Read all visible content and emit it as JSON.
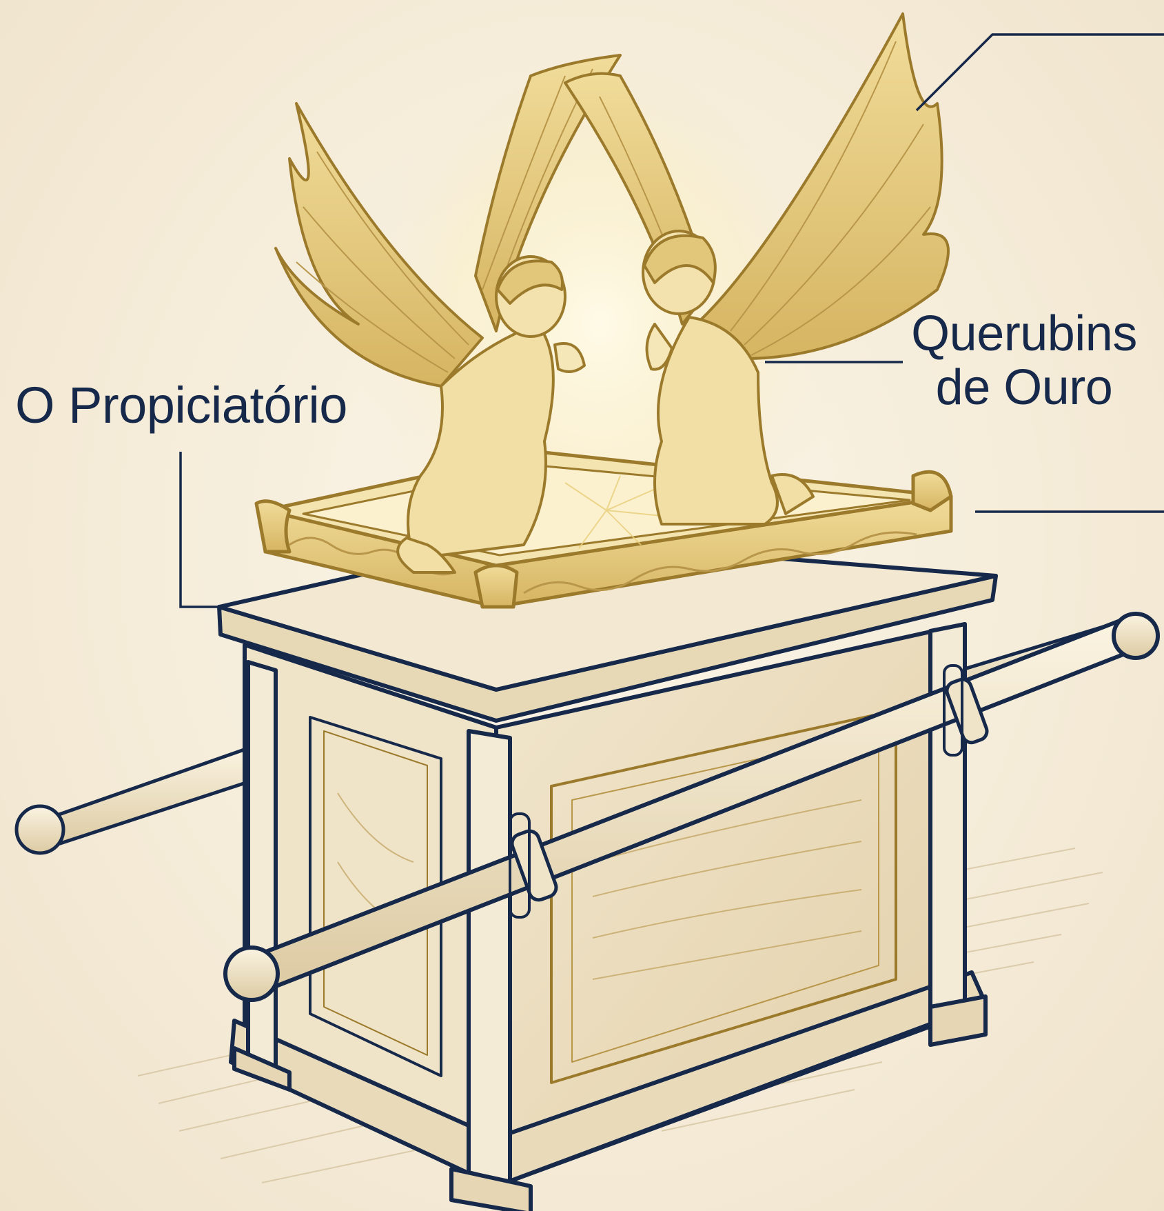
{
  "labels": {
    "mercy_seat": "O Propiciatório",
    "cherubim_line1": "Querubins",
    "cherubim_line2": "de Ouro"
  },
  "colors": {
    "ink": "#16294a",
    "gold": "#c9a24a",
    "gold_dark": "#9c7a2c",
    "wood": "#e7d6b3",
    "background": "#f4ead6"
  }
}
